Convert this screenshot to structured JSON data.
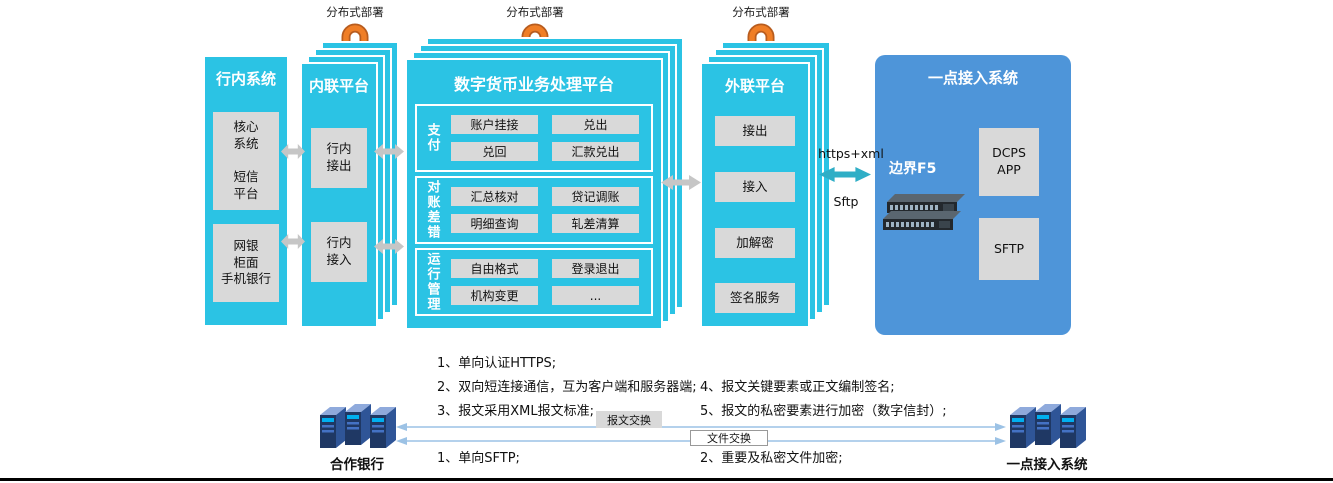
{
  "colors": {
    "cyan": "#2BC3E4",
    "blue": "#4E95D9",
    "gray_box": "#D9D9D9",
    "orange": "#F07E26",
    "arrow_gray": "#C6C6C6",
    "arrow_teal": "#2FAEC6"
  },
  "deploy": {
    "label": "分布式部署"
  },
  "internal_system": {
    "title": "行内系统",
    "box1": "核心\n系统\n\n短信\n平台",
    "box2": "网银\n柜面\n手机银行"
  },
  "intranet_platform": {
    "title": "内联平台",
    "box_out": "行内\n接出",
    "box_in": "行内\n接入"
  },
  "dcep_platform": {
    "title": "数字货币业务处理平台",
    "rows": [
      {
        "label": "支付",
        "items": [
          "账户挂接",
          "兑出",
          "兑回",
          "汇款兑出"
        ]
      },
      {
        "label": "对账差错",
        "items": [
          "汇总核对",
          "贷记调账",
          "明细查询",
          "轧差清算"
        ]
      },
      {
        "label": "运行管理",
        "items": [
          "自由格式",
          "登录退出",
          "机构变更",
          "..."
        ]
      }
    ]
  },
  "outreach_platform": {
    "title": "外联平台",
    "items": [
      "接出",
      "接入",
      "加解密",
      "签名服务"
    ]
  },
  "access_system": {
    "title": "一点接入系统",
    "f5": "边界F5",
    "dcps": "DCPS\nAPP",
    "sftp": "SFTP"
  },
  "links": {
    "https_label": "https+xml",
    "sftp_label": "Sftp"
  },
  "bottom": {
    "notes_left": [
      "1、单向认证HTTPS;",
      "2、双向短连接通信，互为客户端和服务器端;",
      "3、报文采用XML报文标准;"
    ],
    "notes_right": [
      "4、报文关键要素或正文编制签名;",
      "5、报文的私密要素进行加密（数字信封）;"
    ],
    "note_sftp": "1、单向SFTP;",
    "note_file_enc": "2、重要及私密文件加密;",
    "msg_exchange": "报文交换",
    "file_exchange": "文件交换",
    "left_endpoint": "合作银行",
    "right_endpoint": "一点接入系统"
  }
}
